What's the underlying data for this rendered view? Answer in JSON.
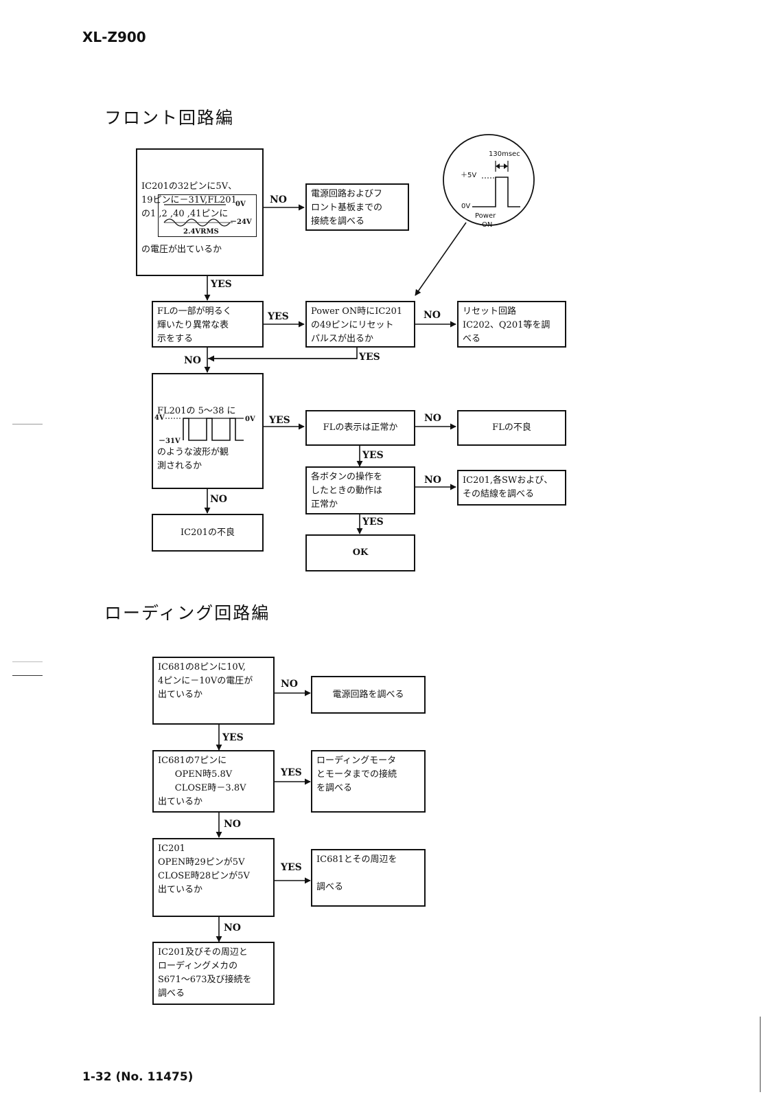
{
  "header": {
    "model": "XL-Z900"
  },
  "footer": {
    "page": "1-32 (No. 11475)"
  },
  "front": {
    "title": "フロント回路編",
    "b1_top": "IC201の32ピンに5V、\n19ピンに－31V,FL201\nの1 ,2 ,40 ,41ピンに",
    "b1_bottom": "の電圧が出ているか",
    "wave1_0v": "0V",
    "wave1_24v": "－24V",
    "wave1_vrms": "2.4VRMS",
    "b_power": "電源回路およびフ\nロント基板までの\n接続を調べる",
    "b_fl": "FLの一部が明るく\n輝いたり異常な表\n示をする",
    "b_reset_check": "Power ON時にIC201\nの49ピンにリセット\nパルスが出るか",
    "b_reset": "リセット回路\nIC202、Q201等を調\nべる",
    "b_wave_top": "FL201の 5～38 に",
    "b_wave_bottom": "のような波形が観\n測されるか",
    "wave2_4v": "4V",
    "wave2_0v": "0V",
    "wave2_31v": "－31V",
    "b_ic_bad": "IC201の不良",
    "b_fl_ok": "FLの表示は正常か",
    "b_fl_bad": "FLの不良",
    "b_btn": "各ボタンの操作を\nしたときの動作は\n正常か",
    "b_sw": "IC201,各SWおよび、\nその結線を調べる",
    "b_ok": "OK",
    "circle": {
      "t130": "130msec",
      "p5v": "＋5V",
      "c0v": "0V",
      "power": "Power",
      "on": "ON"
    }
  },
  "loading": {
    "title": "ローディング回路編",
    "b1": "IC681の8ピンに10V,\n4ピンに－10Vの電圧が\n出ているか",
    "b_power": "電源回路を調べる",
    "b2": "IC681の7ピンに\n      OPEN時5.8V\n      CLOSE時－3.8V\n出ているか",
    "b_motor": "ローディングモータ\nとモータまでの接続\nを調べる",
    "b3": "IC201\nOPEN時29ピンが5V\nCLOSE時28ピンが5V\n出ているか",
    "b_ic681": "IC681とその周辺を\n\n調べる",
    "b4": "IC201及びその周辺と\nローディングメカの\nS671～673及び接続を\n調べる"
  },
  "labels": {
    "yes": "YES",
    "no": "NO"
  }
}
